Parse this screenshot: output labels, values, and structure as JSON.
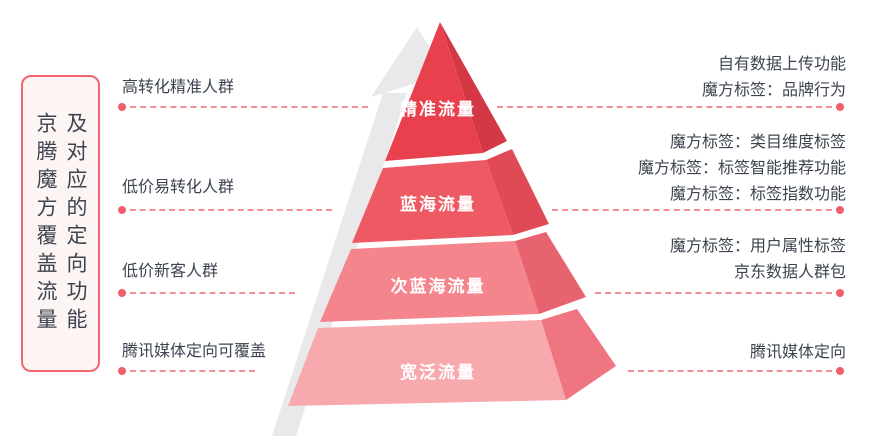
{
  "title_box": {
    "column_left": "京腾魔方覆盖流量",
    "column_right": "及对应的定向功能"
  },
  "pyramid": {
    "layers": [
      {
        "label": "精准流量",
        "front_color": "#E8404D",
        "side_color": "#D43845"
      },
      {
        "label": "蓝海流量",
        "front_color": "#EE5A64",
        "side_color": "#E04A56"
      },
      {
        "label": "次蓝海流量",
        "front_color": "#F4858C",
        "side_color": "#E86370"
      },
      {
        "label": "宽泛流量",
        "front_color": "#F7A9AE",
        "side_color": "#EF7680"
      }
    ],
    "arrow_color": "#E9E9EC"
  },
  "left_rows": [
    {
      "label": "高转化精准人群"
    },
    {
      "label": "低价易转化人群"
    },
    {
      "label": "低价新客人群"
    },
    {
      "label": "腾讯媒体定向可覆盖"
    }
  ],
  "right_rows": [
    {
      "lines": [
        "自有数据上传功能",
        "魔方标签：品牌行为"
      ]
    },
    {
      "lines": [
        "魔方标签：类目维度标签",
        "魔方标签：标签智能推荐功能",
        "魔方标签：标签指数功能"
      ]
    },
    {
      "lines": [
        "魔方标签：用户属性标签",
        "京东数据人群包"
      ]
    },
    {
      "lines": [
        "腾讯媒体定向"
      ]
    }
  ],
  "colors": {
    "dash_line": "#F28E96",
    "dash_dot": "#F0606C",
    "title_border": "#F3656F",
    "title_fill": "#FDF4F4",
    "text_dark": "#3D4450",
    "layer_text": "#FFFFFF"
  }
}
